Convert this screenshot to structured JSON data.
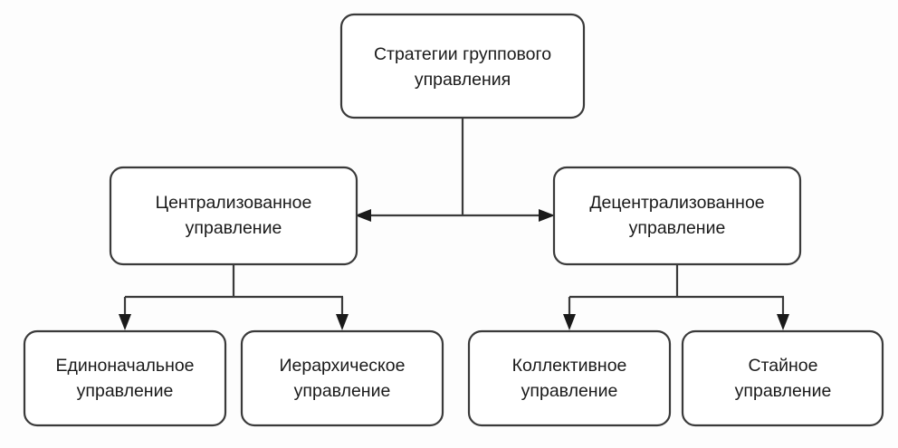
{
  "diagram": {
    "title": "Стратегии группового управления",
    "type": "hierarchy-tree",
    "background_color": "#fdfdfd",
    "box_fill_color": "#ffffff",
    "box_stroke_color": "#3a3a3a",
    "text_color": "#1a1a1a",
    "levels": [
      {
        "level": 1,
        "nodes": [
          {
            "id": "root",
            "line1": "Стратегии группового",
            "line2": "управления"
          }
        ]
      },
      {
        "level": 2,
        "nodes": [
          {
            "id": "centralized",
            "line1": "Централизованное",
            "line2": "управление"
          },
          {
            "id": "decentralized",
            "line1": "Децентрализованное",
            "line2": "управление"
          }
        ]
      },
      {
        "level": 3,
        "nodes": [
          {
            "id": "one-man",
            "line1": "Единоначальное",
            "line2": "управление"
          },
          {
            "id": "hierarchical",
            "line1": "Иерархическое",
            "line2": "управление"
          },
          {
            "id": "collective",
            "line1": "Коллективное",
            "line2": "управление"
          },
          {
            "id": "swarm",
            "line1": "Стайное",
            "line2": "управление"
          }
        ]
      }
    ],
    "edges": [
      {
        "from": "root",
        "to": "centralized",
        "arrow": "left"
      },
      {
        "from": "root",
        "to": "decentralized",
        "arrow": "right"
      },
      {
        "from": "centralized",
        "to": "one-man",
        "arrow": "down"
      },
      {
        "from": "centralized",
        "to": "hierarchical",
        "arrow": "down"
      },
      {
        "from": "decentralized",
        "to": "collective",
        "arrow": "down"
      },
      {
        "from": "decentralized",
        "to": "swarm",
        "arrow": "down"
      }
    ]
  }
}
